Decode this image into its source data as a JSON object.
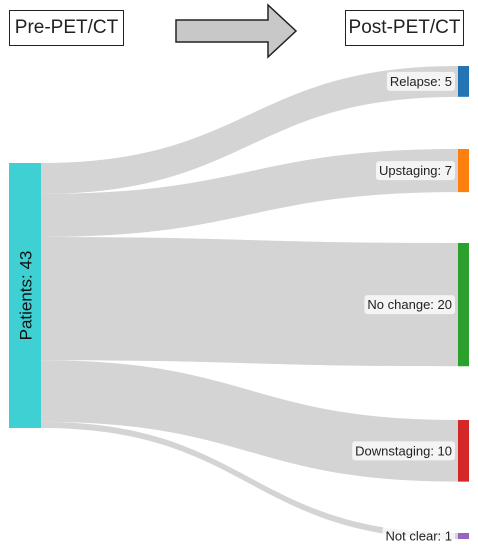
{
  "header": {
    "pre_label": "Pre-PET/CT",
    "post_label": "Post-PET/CT",
    "arrow_color": "#c8c8c8"
  },
  "chart_data": {
    "type": "sankey",
    "source": {
      "name": "Patients",
      "value": 43,
      "label": "Patients: 43",
      "color": "#3fd0d4"
    },
    "targets": [
      {
        "name": "Relapse",
        "value": 5,
        "label": "Relapse: 5",
        "color": "#2474b4"
      },
      {
        "name": "Upstaging",
        "value": 7,
        "label": "Upstaging: 7",
        "color": "#fd7f0e"
      },
      {
        "name": "No change",
        "value": 20,
        "label": "No change: 20",
        "color": "#2ca02c"
      },
      {
        "name": "Downstaging",
        "value": 10,
        "label": "Downstaging: 10",
        "color": "#d52728"
      },
      {
        "name": "Not clear",
        "value": 1,
        "label": "Not clear: 1",
        "color": "#9566bd"
      }
    ],
    "link_color": "#d4d4d4"
  }
}
